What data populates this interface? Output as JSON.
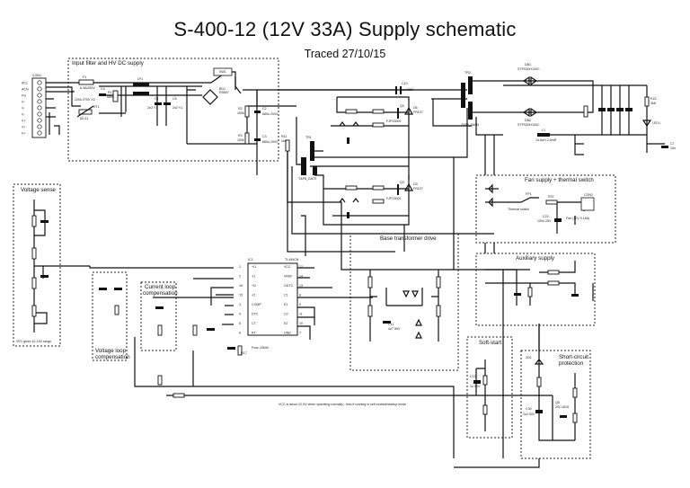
{
  "title": "S-400-12 (12V 33A) Supply schematic",
  "subtitle": "Traced 27/10/15",
  "blocks": {
    "input_filter": "Input filter and HV DC supply",
    "voltage_sense": "Voltage sense",
    "voltage_sense_note": "VR1 gives 10-15V range",
    "voltage_loop": [
      "Voltage loop",
      "compensation"
    ],
    "current_loop": [
      "Current loop",
      "compensation"
    ],
    "base_drive": "Base transformer drive",
    "fan": "Fan supply + thermal switch",
    "aux": "Auxiliary supply",
    "soft_start": "Soft-start",
    "short_circuit": [
      "Short-circuit",
      "protection"
    ]
  },
  "connector_con1": {
    "name": "CON1",
    "pins": [
      "ACL",
      "ACN",
      "FG",
      "V-",
      "V-",
      "V-",
      "V+",
      "V+",
      "V+"
    ]
  },
  "components": {
    "F1": [
      "F1",
      "6.3A/250V"
    ],
    "C4": [
      "C4",
      "220n 275V X2"
    ],
    "R1": [
      "R1",
      "680k"
    ],
    "RT1": [
      "RT1",
      "5D-11"
    ],
    "LF1": [
      "LF1"
    ],
    "C1": [
      "C1",
      "2n2 Y1"
    ],
    "C6": [
      "C6",
      "2n2 Y1"
    ],
    "SW1": [
      "SW1"
    ],
    "BD1": [
      "BD1",
      "RS607"
    ],
    "R2": [
      "R2",
      "150k"
    ],
    "R3": [
      "R3",
      "150k"
    ],
    "C2": [
      "C2",
      "680u 200V"
    ],
    "C3": [
      "C3",
      "680u 200V"
    ],
    "C10": [
      "C10",
      "1u 400V"
    ],
    "R11": [
      "R11",
      "1k5"
    ],
    "TR1": [
      "TR1",
      "T&P8_GATE"
    ],
    "TR2": [
      "TR2",
      "T&P8_MAIN"
    ],
    "Q4": [
      "Q4",
      "FJP13009"
    ],
    "Q3": [
      "Q3",
      "FJP13009"
    ],
    "D6": [
      "D6",
      "FR107"
    ],
    "D3": [
      "D3",
      "FR107"
    ],
    "DB1": [
      "DB1",
      "STPS30H100C"
    ],
    "DB2": [
      "DB2",
      "STPS30H100C"
    ],
    "L1": [
      "L1",
      "14.5uH 2.3mR"
    ],
    "C7": [
      "C7",
      "10n"
    ],
    "LED1": [
      "LED1"
    ],
    "R42": [
      "R42",
      "3k8"
    ],
    "IC1": [
      "IC1",
      "TL494CN"
    ],
    "FP1": [
      "FP1",
      "Thermal switch"
    ],
    "CON2": [
      "CON2",
      "Fan (12V 0.15A)"
    ],
    "C22": [
      "C22",
      "100u 25V"
    ],
    "R37": [
      "R37",
      "22R"
    ],
    "C11": [
      "C11",
      "4u7 50V"
    ],
    "C12": [
      "C12",
      "1u 50V"
    ],
    "C30": [
      "C30",
      "2u2 50V"
    ],
    "Q5": [
      "Q5",
      "2SC1815"
    ],
    "ZD1": [
      "ZD1",
      "20V"
    ],
    "R17": [
      "R17",
      "22k"
    ]
  },
  "ic_pins": {
    "left": [
      [
        "1",
        "+I1"
      ],
      [
        "2",
        "-I1"
      ],
      [
        "16",
        "+I2"
      ],
      [
        "15",
        "-I2"
      ],
      [
        "3",
        "COMP"
      ],
      [
        "4",
        "DTC"
      ],
      [
        "5",
        "CT"
      ],
      [
        "6",
        "RT"
      ]
    ],
    "right": [
      [
        "12",
        "VCC"
      ],
      [
        "14",
        "VREF"
      ],
      [
        "13",
        "OUTC"
      ],
      [
        "8",
        "C1"
      ],
      [
        "9",
        "E1"
      ],
      [
        "11",
        "C2"
      ],
      [
        "10",
        "E2"
      ],
      [
        "7",
        "GND"
      ]
    ],
    "osc_note": "Fosc 43kHz",
    "osc_label": "Osc"
  },
  "net_labels": {
    "vcc": "VCC",
    "vref": "VREF",
    "vplus": "V+",
    "vminus": "V-",
    "fg": "FG"
  },
  "footnote": "VCC is about 22-5V when operating normally - less if running in self-excited/startup mode"
}
